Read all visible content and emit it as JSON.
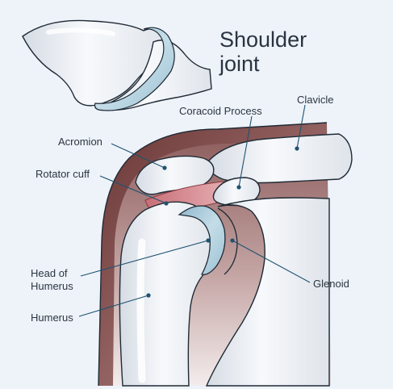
{
  "title": {
    "line1": "Shoulder",
    "line2": "joint"
  },
  "labels": {
    "coracoid_process": "Coracoid Process",
    "clavicle": "Clavicle",
    "acromion": "Acromion",
    "rotator_cuff": "Rotator cuff",
    "head_of_humerus_line1": "Head of",
    "head_of_humerus_line2": "Humerus",
    "glenoid": "Glenoid",
    "humerus": "Humerus"
  },
  "colors": {
    "background": "#eef3fa",
    "bone_light": "#f4f7fb",
    "bone_shadow": "#c9d0da",
    "outline": "#1f2a35",
    "cartilage": "#a9c9d9",
    "tissue_dark": "#6e3b3a",
    "tissue_mid": "#b08685",
    "muscle": "#d98a8f",
    "leader_line": "#1f5270"
  }
}
